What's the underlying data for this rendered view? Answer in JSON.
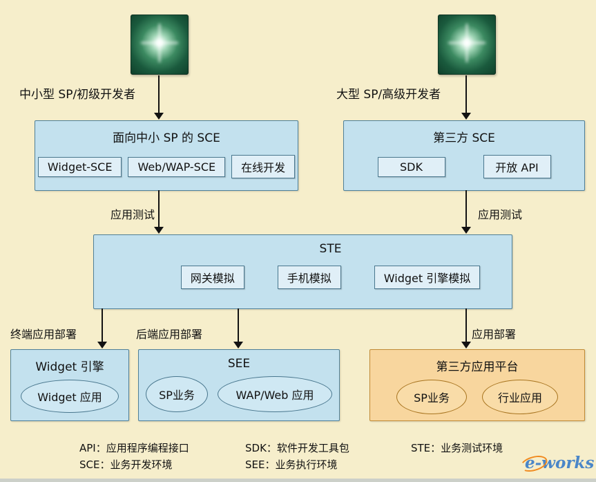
{
  "colors": {
    "background": "#f6eecb",
    "box_blue": "#c3e1ee",
    "box_inner": "#e0eff7",
    "box_orange": "#f8d69e",
    "border_blue": "#4e7f98",
    "border_orange": "#c08a35",
    "logo_blue": "#4a86c8",
    "logo_orange": "#f08a1f"
  },
  "actors": [
    {
      "icon": "green-glow-square",
      "label": "中小型 SP/初级开发者"
    },
    {
      "icon": "green-glow-square",
      "label": "大型 SP/高级开发者"
    }
  ],
  "boxes": {
    "sce_small": {
      "title": "面向中小 SP 的 SCE",
      "items": [
        "Widget-SCE",
        "Web/WAP-SCE",
        "在线开发"
      ]
    },
    "sce_third": {
      "title": "第三方 SCE",
      "items": [
        "SDK",
        "开放 API"
      ]
    },
    "ste": {
      "title": "STE",
      "items": [
        "网关模拟",
        "手机模拟",
        "Widget 引擎模拟"
      ]
    },
    "widget_engine": {
      "title": "Widget 引擎",
      "apps": [
        "Widget 应用"
      ]
    },
    "see": {
      "title": "SEE",
      "apps": [
        "SP业务",
        "WAP/Web 应用"
      ]
    },
    "third_party_platform": {
      "title": "第三方应用平台",
      "apps": [
        "SP业务",
        "行业应用"
      ]
    }
  },
  "arrow_labels": {
    "test_left": "应用测试",
    "test_right": "应用测试",
    "deploy_terminal": "终端应用部署",
    "deploy_backend": "后端应用部署",
    "deploy_platform": "应用部署"
  },
  "legend": {
    "row1": [
      "API：应用程序编程接口",
      "SDK：软件开发工具包",
      "STE：业务测试环境"
    ],
    "row2": [
      "SCE：业务开发环境",
      "SEE：业务执行环境"
    ]
  },
  "logo": {
    "text": "e-works"
  }
}
